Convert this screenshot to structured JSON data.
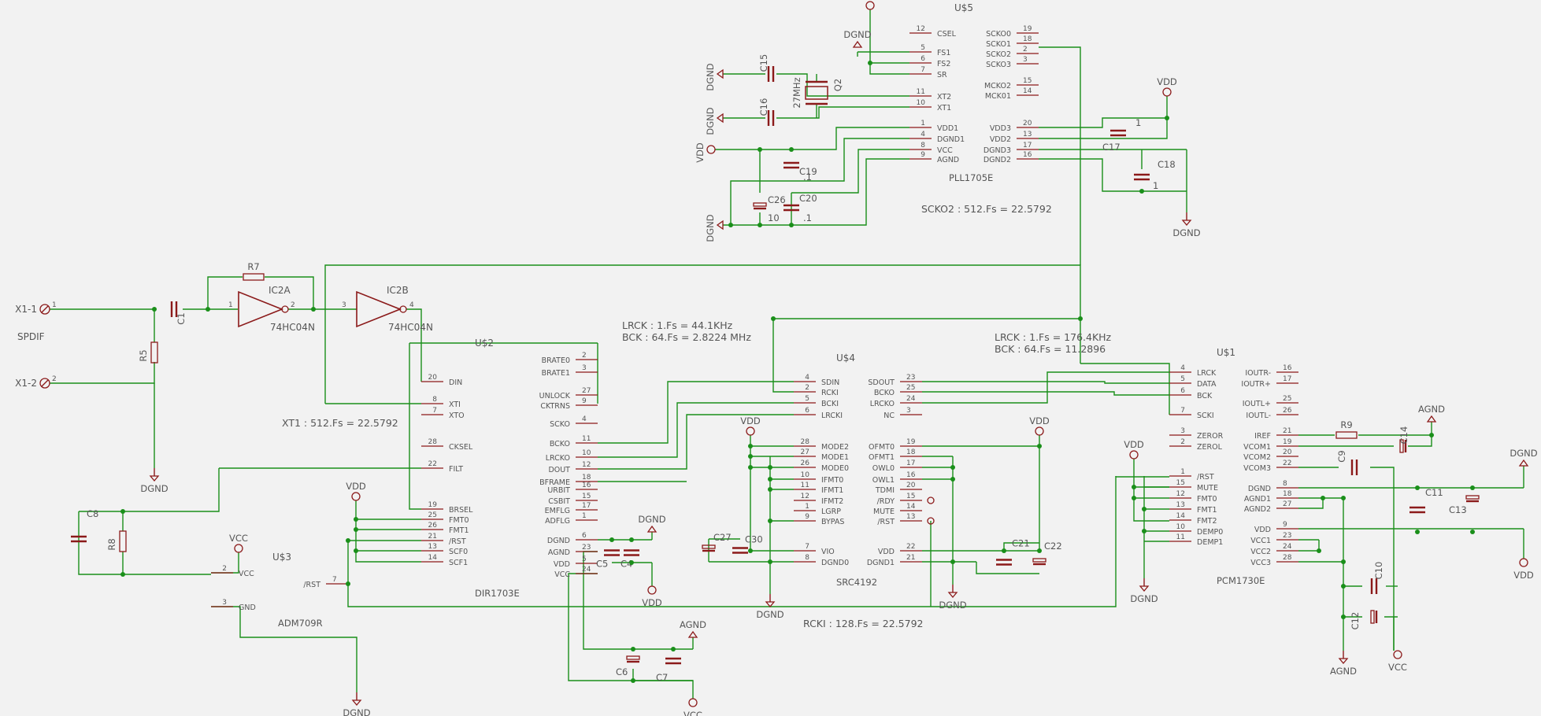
{
  "colors": {
    "wire": "#1a8f1a",
    "part": "#8b1a1a",
    "text": "#555555",
    "junction": "#1a8f1a",
    "background": "#f2f2f2"
  },
  "power": {
    "vdd": "VDD",
    "vcc": "VCC",
    "dgnd": "DGND",
    "agnd": "AGND"
  },
  "connectors": {
    "x1_1": "X1-1",
    "x1_2": "X1-2",
    "spdif": "SPDIF",
    "pin1": "1",
    "pin2": "2"
  },
  "passives": {
    "r7": "R7",
    "r5": "R5",
    "r8": "R8",
    "r9": "R9",
    "c1": "C1",
    "c4": "C4",
    "c5": "C5",
    "c6": "C6",
    "c7": "C7",
    "c8": "C8",
    "c9": "C9",
    "c10": "C10",
    "c11": "C11",
    "c12": "C12",
    "c13": "C13",
    "c14": "C14",
    "c15": "C15",
    "c16": "C16",
    "c17": "C17",
    "c18": "C18",
    "c19": "C19",
    "c20": "C20",
    "c21": "C21",
    "c22": "C22",
    "c26": "C26",
    "c27": "C27",
    "c30": "C30",
    "q2": "Q2",
    "xtal": "27MHz",
    "val_1": "1",
    "val_10": "10",
    "val_01": ".1"
  },
  "inverters": {
    "ic2a": "IC2A",
    "ic2b": "IC2B",
    "part": "74HC04N",
    "pin1": "1",
    "pin2": "2",
    "pin3": "3",
    "pin4": "4"
  },
  "u2": {
    "ref": "U$2",
    "name": "DIR1703E",
    "left": [
      {
        "pin": "20",
        "name": "DIN"
      },
      {
        "pin": "8",
        "name": "XTI"
      },
      {
        "pin": "7",
        "name": "XTO"
      },
      {
        "pin": "28",
        "name": "CKSEL"
      },
      {
        "pin": "22",
        "name": "FILT"
      },
      {
        "pin": "19",
        "name": "BRSEL"
      },
      {
        "pin": "25",
        "name": "FMT0"
      },
      {
        "pin": "26",
        "name": "FMT1"
      },
      {
        "pin": "21",
        "name": "/RST"
      },
      {
        "pin": "13",
        "name": "SCF0"
      },
      {
        "pin": "14",
        "name": "SCF1"
      }
    ],
    "right": [
      {
        "pin": "2",
        "name": "BRATE0"
      },
      {
        "pin": "3",
        "name": "BRATE1"
      },
      {
        "pin": "27",
        "name": "UNLOCK"
      },
      {
        "pin": "9",
        "name": "CKTRNS"
      },
      {
        "pin": "4",
        "name": "SCKO"
      },
      {
        "pin": "11",
        "name": "BCKO"
      },
      {
        "pin": "10",
        "name": "LRCKO"
      },
      {
        "pin": "12",
        "name": "DOUT"
      },
      {
        "pin": "18",
        "name": "BFRAME"
      },
      {
        "pin": "16",
        "name": "URBIT"
      },
      {
        "pin": "15",
        "name": "CSBIT"
      },
      {
        "pin": "17",
        "name": "EMFLG"
      },
      {
        "pin": "1",
        "name": "ADFLG"
      },
      {
        "pin": "6",
        "name": "DGND"
      },
      {
        "pin": "23",
        "name": "AGND"
      },
      {
        "pin": "5",
        "name": "VDD"
      },
      {
        "pin": "24",
        "name": "VCC"
      }
    ]
  },
  "u3": {
    "ref": "U$3",
    "name": "ADM709R",
    "left": [
      {
        "pin": "2",
        "name": "VCC"
      },
      {
        "pin": "3",
        "name": "GND"
      }
    ],
    "right": [
      {
        "pin": "7",
        "name": "/RST"
      }
    ]
  },
  "u4": {
    "ref": "U$4",
    "name": "SRC4192",
    "left": [
      {
        "pin": "4",
        "name": "SDIN"
      },
      {
        "pin": "2",
        "name": "RCKI"
      },
      {
        "pin": "5",
        "name": "BCKI"
      },
      {
        "pin": "6",
        "name": "LRCKI"
      },
      {
        "pin": "28",
        "name": "MODE2"
      },
      {
        "pin": "27",
        "name": "MODE1"
      },
      {
        "pin": "26",
        "name": "MODE0"
      },
      {
        "pin": "10",
        "name": "IFMT0"
      },
      {
        "pin": "11",
        "name": "IFMT1"
      },
      {
        "pin": "12",
        "name": "IFMT2"
      },
      {
        "pin": "1",
        "name": "LGRP"
      },
      {
        "pin": "9",
        "name": "BYPAS"
      },
      {
        "pin": "7",
        "name": "VIO"
      },
      {
        "pin": "8",
        "name": "DGND0"
      }
    ],
    "right": [
      {
        "pin": "23",
        "name": "SDOUT"
      },
      {
        "pin": "25",
        "name": "BCKO"
      },
      {
        "pin": "24",
        "name": "LRCKO"
      },
      {
        "pin": "3",
        "name": "NC"
      },
      {
        "pin": "19",
        "name": "OFMT0"
      },
      {
        "pin": "18",
        "name": "OFMT1"
      },
      {
        "pin": "17",
        "name": "OWL0"
      },
      {
        "pin": "16",
        "name": "OWL1"
      },
      {
        "pin": "20",
        "name": "TDMI"
      },
      {
        "pin": "15",
        "name": "/RDY"
      },
      {
        "pin": "14",
        "name": "MUTE"
      },
      {
        "pin": "13",
        "name": "/RST"
      },
      {
        "pin": "22",
        "name": "VDD"
      },
      {
        "pin": "21",
        "name": "DGND1"
      }
    ]
  },
  "u5": {
    "ref": "U$5",
    "name": "PLL1705E",
    "left": [
      {
        "pin": "12",
        "name": "CSEL"
      },
      {
        "pin": "5",
        "name": "FS1"
      },
      {
        "pin": "6",
        "name": "FS2"
      },
      {
        "pin": "7",
        "name": "SR"
      },
      {
        "pin": "11",
        "name": "XT2"
      },
      {
        "pin": "10",
        "name": "XT1"
      },
      {
        "pin": "1",
        "name": "VDD1"
      },
      {
        "pin": "4",
        "name": "DGND1"
      },
      {
        "pin": "8",
        "name": "VCC"
      },
      {
        "pin": "9",
        "name": "AGND"
      }
    ],
    "right": [
      {
        "pin": "19",
        "name": "SCKO0"
      },
      {
        "pin": "18",
        "name": "SCKO1"
      },
      {
        "pin": "2",
        "name": "SCKO2"
      },
      {
        "pin": "3",
        "name": "SCKO3"
      },
      {
        "pin": "15",
        "name": "MCKO2"
      },
      {
        "pin": "14",
        "name": "MCK01"
      },
      {
        "pin": "20",
        "name": "VDD3"
      },
      {
        "pin": "13",
        "name": "VDD2"
      },
      {
        "pin": "17",
        "name": "DGND3"
      },
      {
        "pin": "16",
        "name": "DGND2"
      }
    ]
  },
  "u1": {
    "ref": "U$1",
    "name": "PCM1730E",
    "left": [
      {
        "pin": "4",
        "name": "LRCK"
      },
      {
        "pin": "5",
        "name": "DATA"
      },
      {
        "pin": "6",
        "name": "BCK"
      },
      {
        "pin": "7",
        "name": "SCKI"
      },
      {
        "pin": "3",
        "name": "ZEROR"
      },
      {
        "pin": "2",
        "name": "ZEROL"
      },
      {
        "pin": "1",
        "name": "/RST"
      },
      {
        "pin": "15",
        "name": "MUTE"
      },
      {
        "pin": "12",
        "name": "FMT0"
      },
      {
        "pin": "13",
        "name": "FMT1"
      },
      {
        "pin": "14",
        "name": "FMT2"
      },
      {
        "pin": "10",
        "name": "DEMP0"
      },
      {
        "pin": "11",
        "name": "DEMP1"
      }
    ],
    "right": [
      {
        "pin": "16",
        "name": "IOUTR-"
      },
      {
        "pin": "17",
        "name": "IOUTR+"
      },
      {
        "pin": "25",
        "name": "IOUTL+"
      },
      {
        "pin": "26",
        "name": "IOUTL-"
      },
      {
        "pin": "21",
        "name": "IREF"
      },
      {
        "pin": "19",
        "name": "VCOM1"
      },
      {
        "pin": "20",
        "name": "VCOM2"
      },
      {
        "pin": "22",
        "name": "VCOM3"
      },
      {
        "pin": "8",
        "name": "DGND"
      },
      {
        "pin": "18",
        "name": "AGND1"
      },
      {
        "pin": "27",
        "name": "AGND2"
      },
      {
        "pin": "9",
        "name": "VDD"
      },
      {
        "pin": "23",
        "name": "VCC1"
      },
      {
        "pin": "24",
        "name": "VCC2"
      },
      {
        "pin": "28",
        "name": "VCC3"
      }
    ]
  },
  "notes": {
    "scko2": "SCKO2 : 512.Fs = 22.5792",
    "lrck_in": "LRCK : 1.Fs = 44.1KHz",
    "bck_in": "BCK : 64.Fs = 2.8224 MHz",
    "lrck_out": "LRCK : 1.Fs = 176.4KHz",
    "bck_out": "BCK : 64.Fs = 11.2896",
    "xt1": "XT1 : 512.Fs = 22.5792",
    "rcki": "RCKI : 128.Fs = 22.5792"
  }
}
